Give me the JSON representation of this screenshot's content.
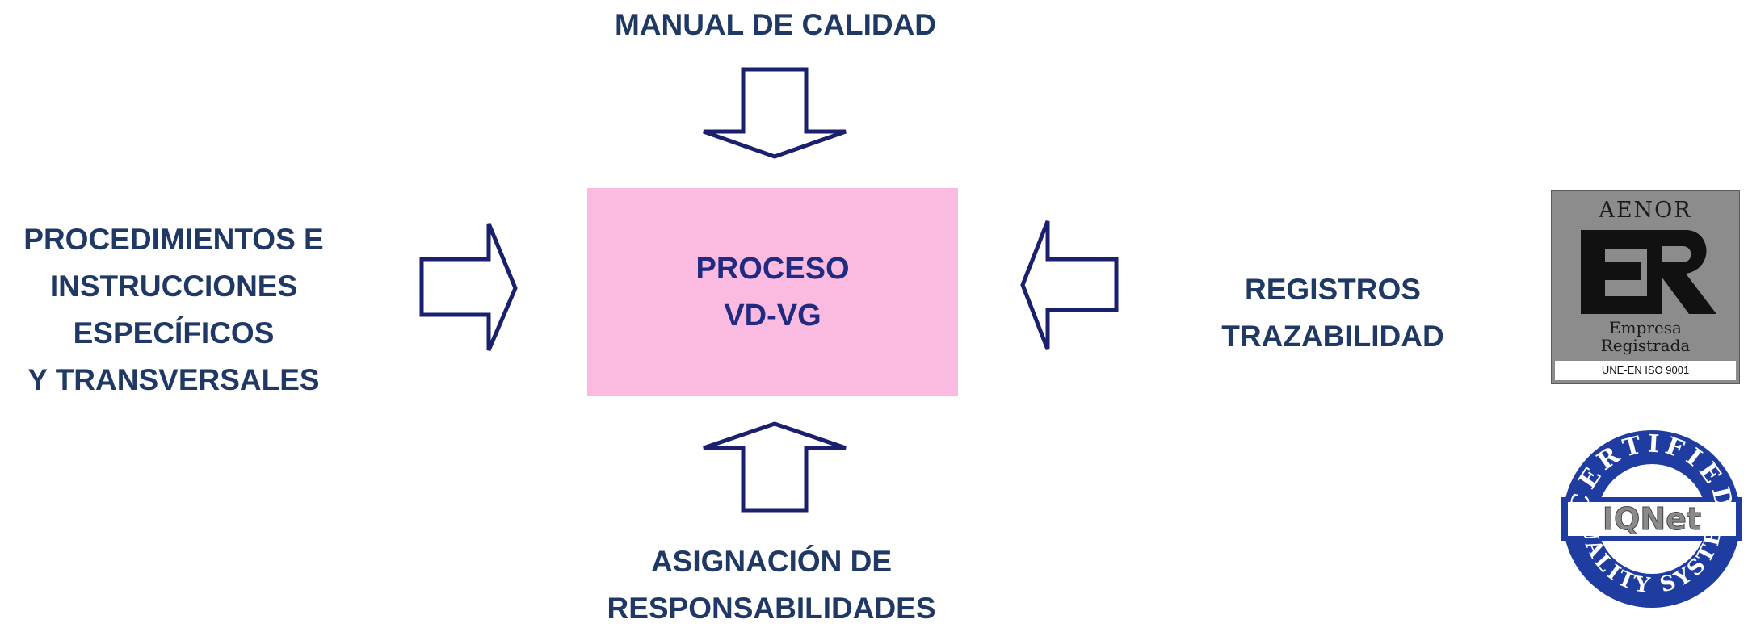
{
  "diagram": {
    "top_label": [
      "MANUAL DE CALIDAD"
    ],
    "left_label": [
      "PROCEDIMIENTOS E",
      "INSTRUCCIONES",
      "ESPECÍFICOS",
      "Y TRANSVERSALES"
    ],
    "right_label": [
      "REGISTROS",
      "TRAZABILIDAD"
    ],
    "bottom_label": [
      "ASIGNACIÓN DE",
      "RESPONSABILIDADES"
    ],
    "center": [
      "PROCESO",
      "VD-VG"
    ]
  },
  "logos": {
    "aenor": {
      "brand": "AENOR",
      "mark": "ER",
      "sub": [
        "Empresa",
        "Registrada"
      ],
      "standard": "UNE-EN ISO 9001"
    },
    "iqnet": {
      "ring_top": "CERTIFIED",
      "ring_bottom": "QUALITY SYSTEM",
      "brand": "IQNet"
    }
  },
  "colors": {
    "label_text": "#1f3864",
    "arrow_stroke": "#1a1f6e",
    "process_fill": "#fbbbe0",
    "process_text": "#1f2a80",
    "iqnet_blue": "#1f3da0"
  }
}
